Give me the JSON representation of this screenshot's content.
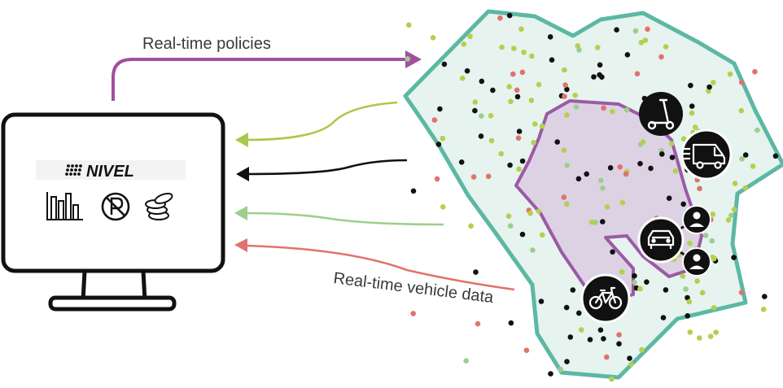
{
  "labels": {
    "policies": "Real-time policies",
    "vehicle_data": "Real-time vehicle data"
  },
  "brand": {
    "name": "NIVEL"
  },
  "colors": {
    "policy_arrow": "#a24fa0",
    "zone_outline": "#5cb8a3",
    "zone_fill": "#e6f3ef",
    "inner_outline": "#9b5aa6",
    "inner_fill": "#d9cbe2",
    "arrow_lime": "#a9c94a",
    "arrow_black": "#111111",
    "arrow_lightgreen": "#9ccf8c",
    "arrow_red": "#e0736b",
    "dot_black": "#111111",
    "dot_red": "#e0736b",
    "dot_lime": "#b5cf4d",
    "dot_green": "#9ccf8c"
  },
  "dashboard_icons": [
    "bar-chart-icon",
    "no-parking-icon",
    "coins-icon"
  ],
  "vehicle_icons": [
    "scooter-icon",
    "delivery-van-icon",
    "car-sharing-icon",
    "bicycle-icon"
  ]
}
